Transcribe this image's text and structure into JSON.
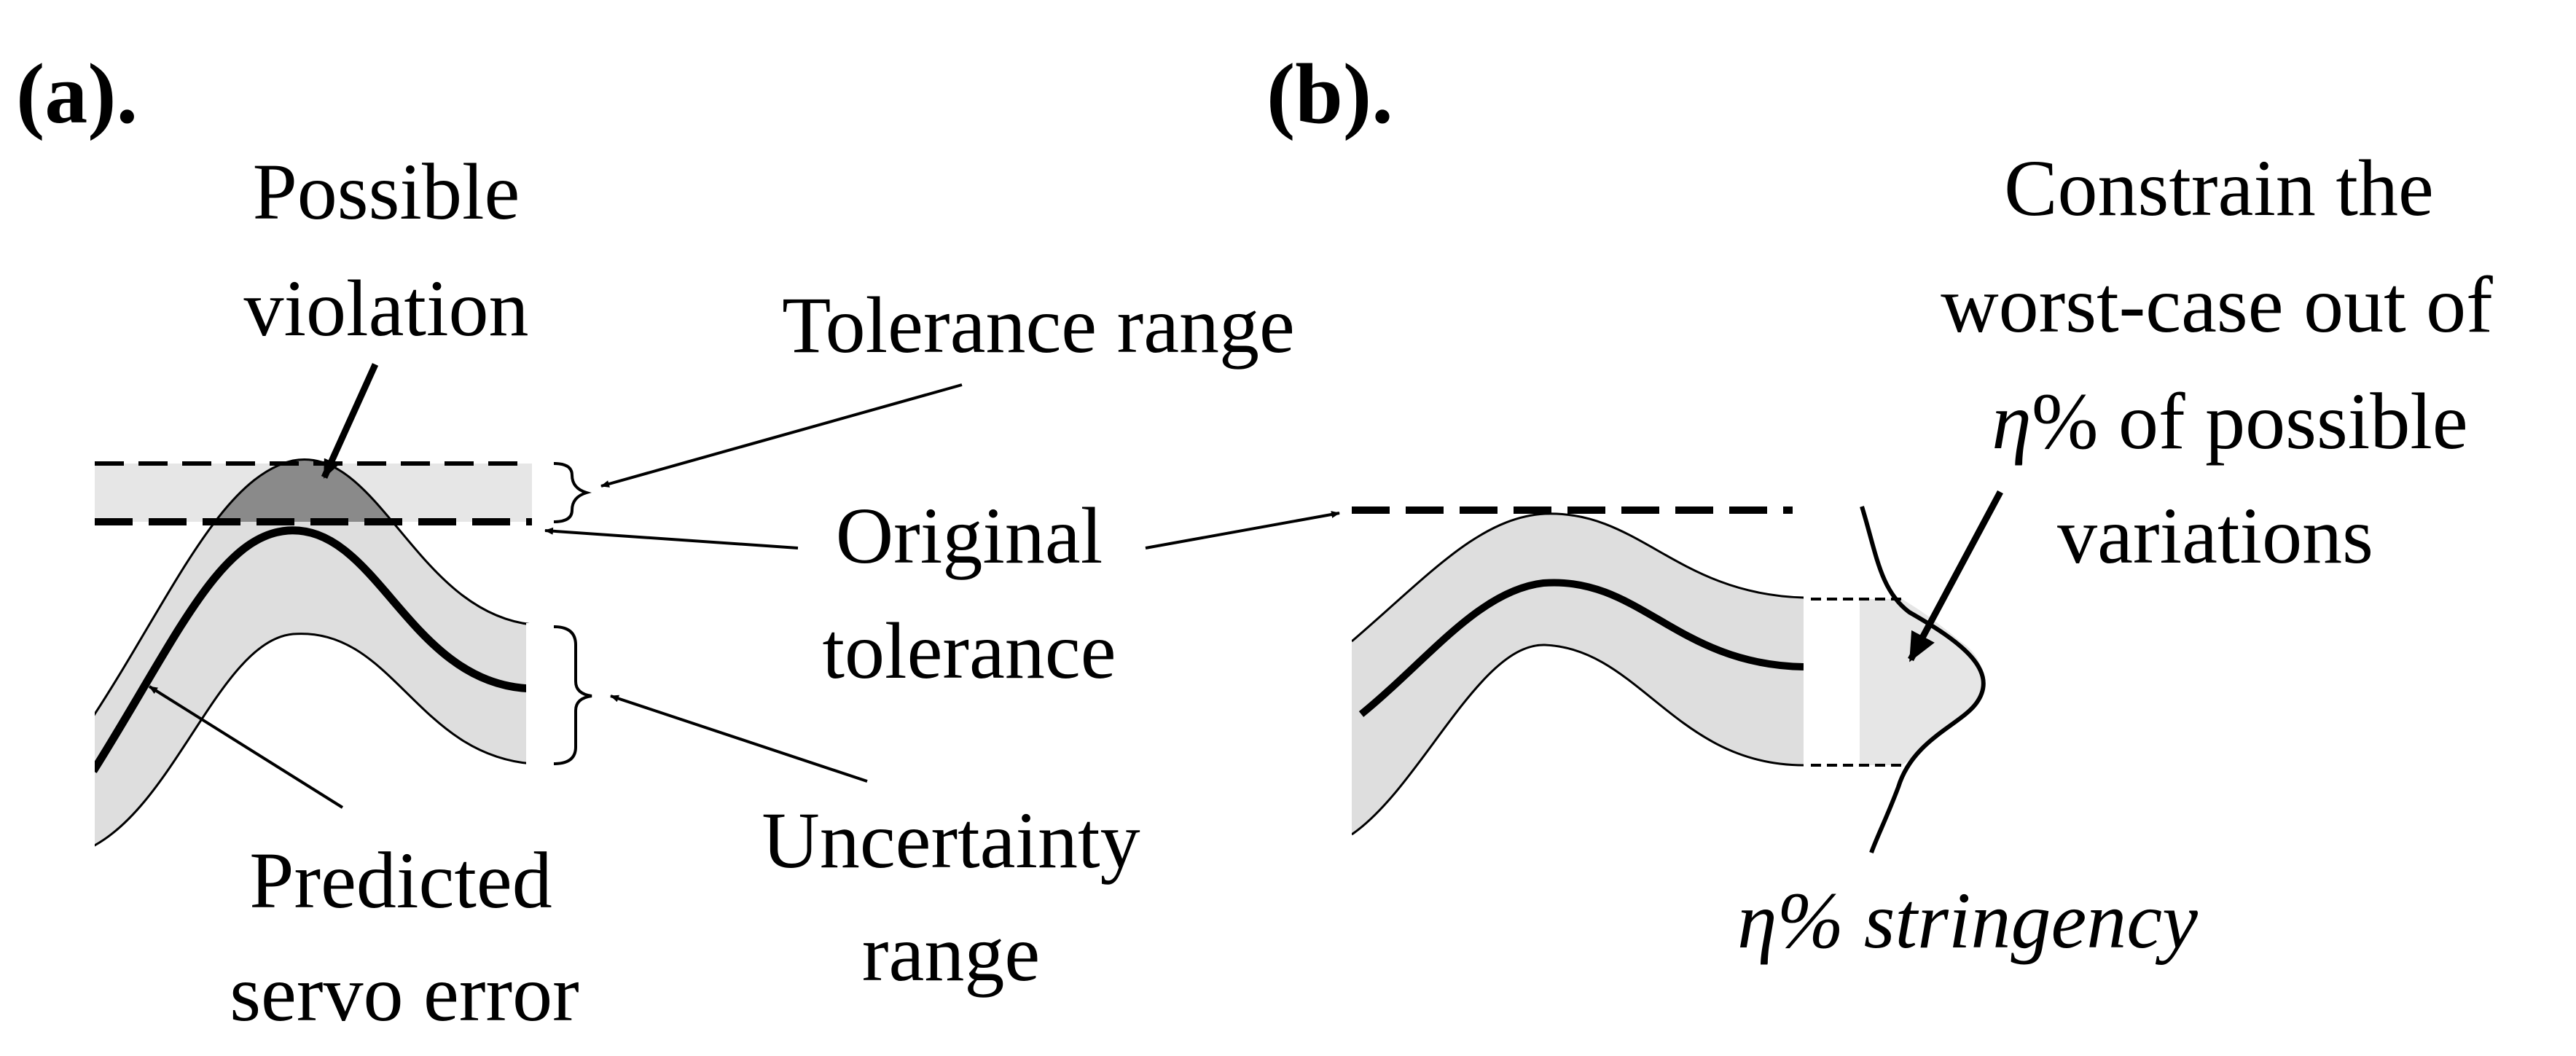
{
  "panel_a": {
    "panel_label": "(a).",
    "possible_violation": [
      "Possible",
      "violation"
    ],
    "tolerance_range": "Tolerance range",
    "original_tolerance": [
      "Original",
      "tolerance"
    ],
    "uncertainty_range": [
      "Uncertainty",
      "range"
    ],
    "predicted_servo_error": [
      "Predicted",
      "servo error"
    ]
  },
  "panel_b": {
    "panel_label": "(b).",
    "constrain_text": {
      "line1": "Constrain the",
      "line2": "worst-case out of",
      "line3_symbol": "η",
      "line3_rest": "% of possible",
      "line4": "variations"
    },
    "stringency": {
      "symbol": "η",
      "rest": "% stringency"
    }
  },
  "colors": {
    "band_fill": "#dedede",
    "violation_fill": "#8a8a8a",
    "tolerance_band_fill": "#e6e6e6",
    "line": "#000000"
  }
}
